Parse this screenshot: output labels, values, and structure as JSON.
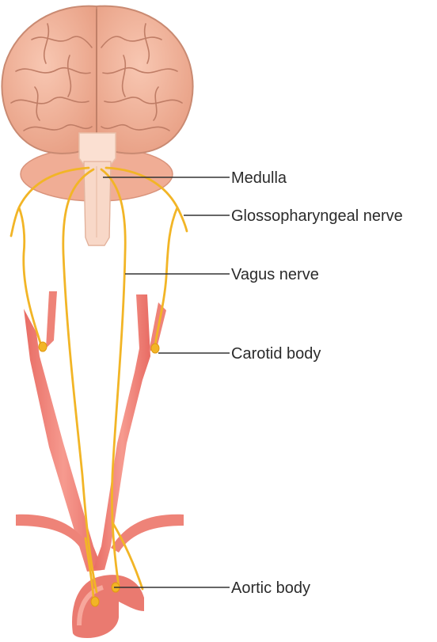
{
  "labels": {
    "medulla": "Medulla",
    "glossopharyngeal": "Glossopharyngeal nerve",
    "vagus": "Vagus nerve",
    "carotid": "Carotid body",
    "aortic": "Aortic body"
  },
  "colors": {
    "brain": "#f2b39a",
    "brain_outline": "#c98a72",
    "brain_folds": "#b9765f",
    "brainstem": "#f8d8c8",
    "artery": "#ee8378",
    "artery_dark": "#d85f58",
    "nerve": "#f2b526",
    "leader_line": "#333333"
  }
}
